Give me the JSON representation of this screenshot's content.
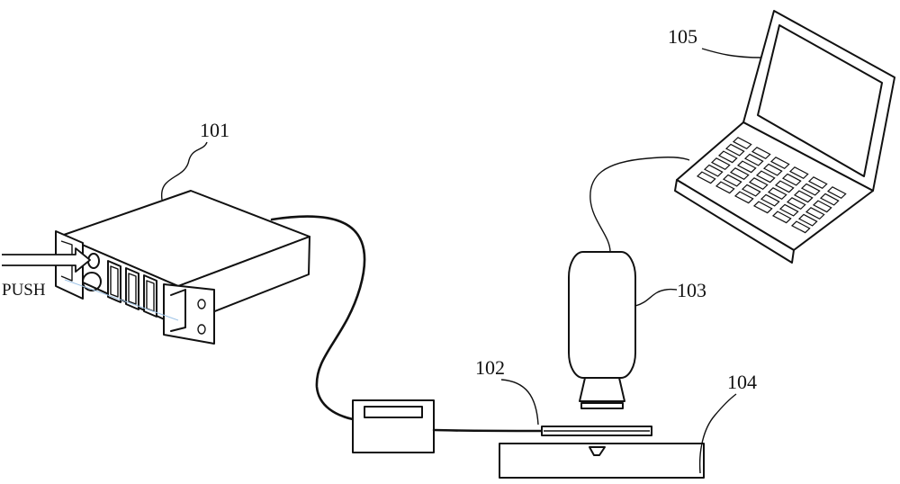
{
  "labels": {
    "source": "101",
    "fiber": "102",
    "camera": "103",
    "stage": "104",
    "computer": "105",
    "push": "PUSH"
  }
}
